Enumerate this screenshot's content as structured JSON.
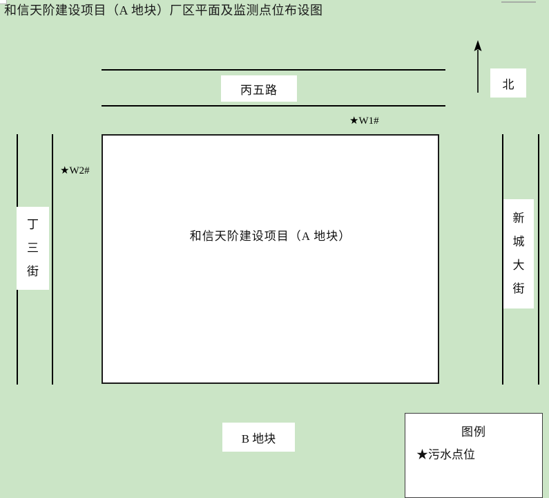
{
  "page": {
    "title": "和信天阶建设项目（A 地块）厂区平面及监测点位布设图",
    "background_color": "#cbe5c6"
  },
  "compass": {
    "arrow_icon": "north-arrow-icon",
    "label": "北"
  },
  "roads": {
    "top": {
      "name": "丙五路",
      "orientation": "horizontal"
    },
    "left": {
      "name_chars": [
        "丁",
        "三",
        "街"
      ],
      "orientation": "vertical"
    },
    "right": {
      "name_chars": [
        "新",
        "城",
        "大",
        "街"
      ],
      "orientation": "vertical"
    }
  },
  "plots": {
    "main": {
      "label": "和信天阶建设项目（A 地块）"
    },
    "secondary": {
      "label": "B 地块"
    }
  },
  "monitoring_points": [
    {
      "id": "w1",
      "marker": "★",
      "label": "★W1#"
    },
    {
      "id": "w2",
      "marker": "★",
      "label": "★W2#"
    }
  ],
  "legend": {
    "title": "图例",
    "entries": [
      {
        "symbol": "★",
        "label": "★污水点位"
      }
    ]
  }
}
